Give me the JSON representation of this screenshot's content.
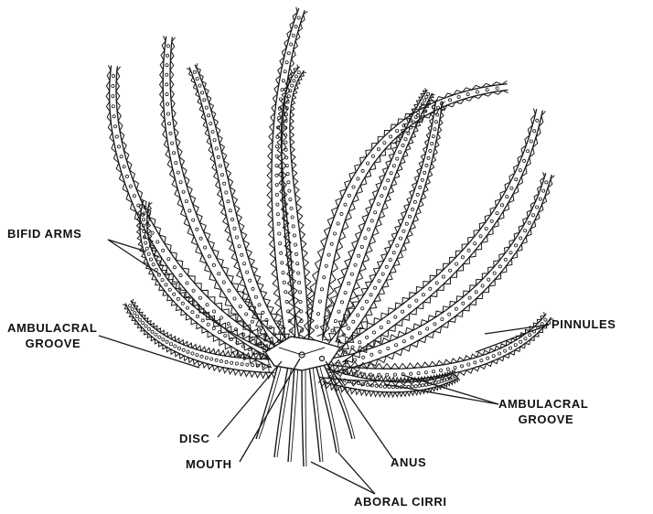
{
  "labels": {
    "bifid_arms": "BIFID ARMS",
    "ambulacral_groove_left": [
      "AMBULACRAL",
      "GROOVE"
    ],
    "pinnules": "PINNULES",
    "ambulacral_groove_right": [
      "AMBULACRAL",
      "GROOVE"
    ],
    "disc": "DISC",
    "mouth": "MOUTH",
    "anus": "ANUS",
    "aboral_cirri": "ABORAL CIRRI"
  },
  "colors": {
    "ink": "#1a1a1a",
    "background": "#ffffff"
  }
}
